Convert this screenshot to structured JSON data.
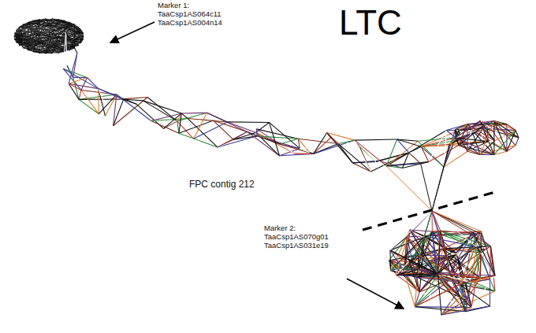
{
  "diagram": {
    "title": "LTC",
    "labels": [
      "Marker 1:",
      "TaaCsp1AS064c11",
      "TaaCsp1AS004n14",
      "FPC contig 212",
      "Marker 2:",
      "TaaCsp1AS070g01",
      "TaaCsp1AS031e19"
    ]
  }
}
